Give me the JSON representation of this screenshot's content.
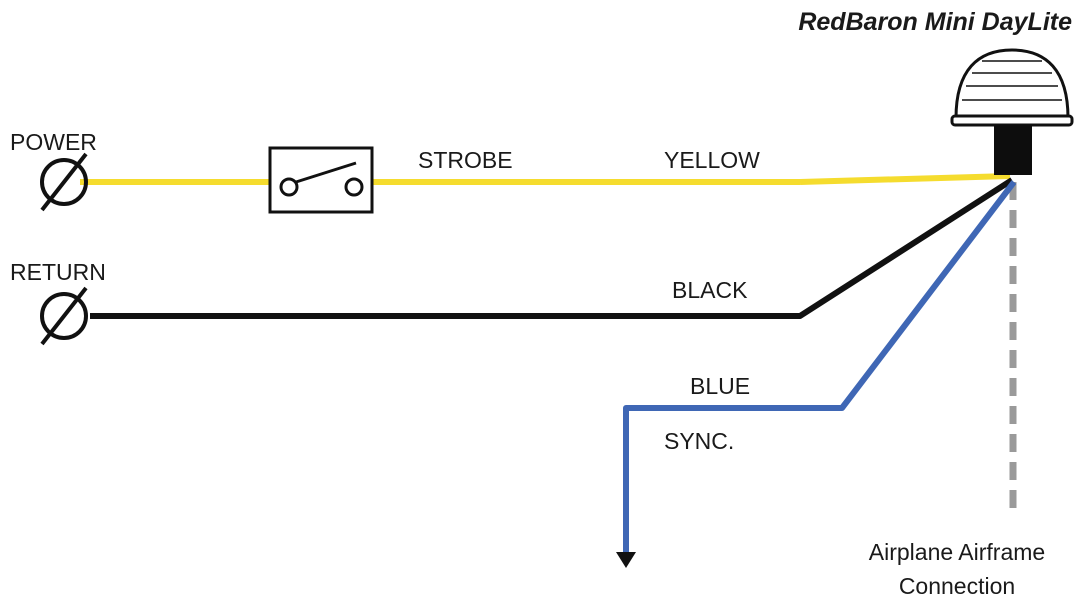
{
  "title": "RedBaron Mini DayLite",
  "labels": {
    "power": "POWER",
    "return": "RETURN",
    "strobe": "STROBE",
    "yellow": "YELLOW",
    "black": "BLACK",
    "blue": "BLUE",
    "sync": "SYNC.",
    "airframe_line1": "Airplane Airframe",
    "airframe_line2": "Connection"
  },
  "colors": {
    "yellow_wire": "#f5dc2e",
    "black_wire": "#111111",
    "blue_wire": "#3f67b5",
    "ground_wire": "#9a9a9a"
  },
  "icons": {
    "terminal": "terminal-symbol-icon",
    "switch": "switch-icon",
    "light": "strobe-light-icon",
    "arrow": "arrow-down-icon"
  }
}
